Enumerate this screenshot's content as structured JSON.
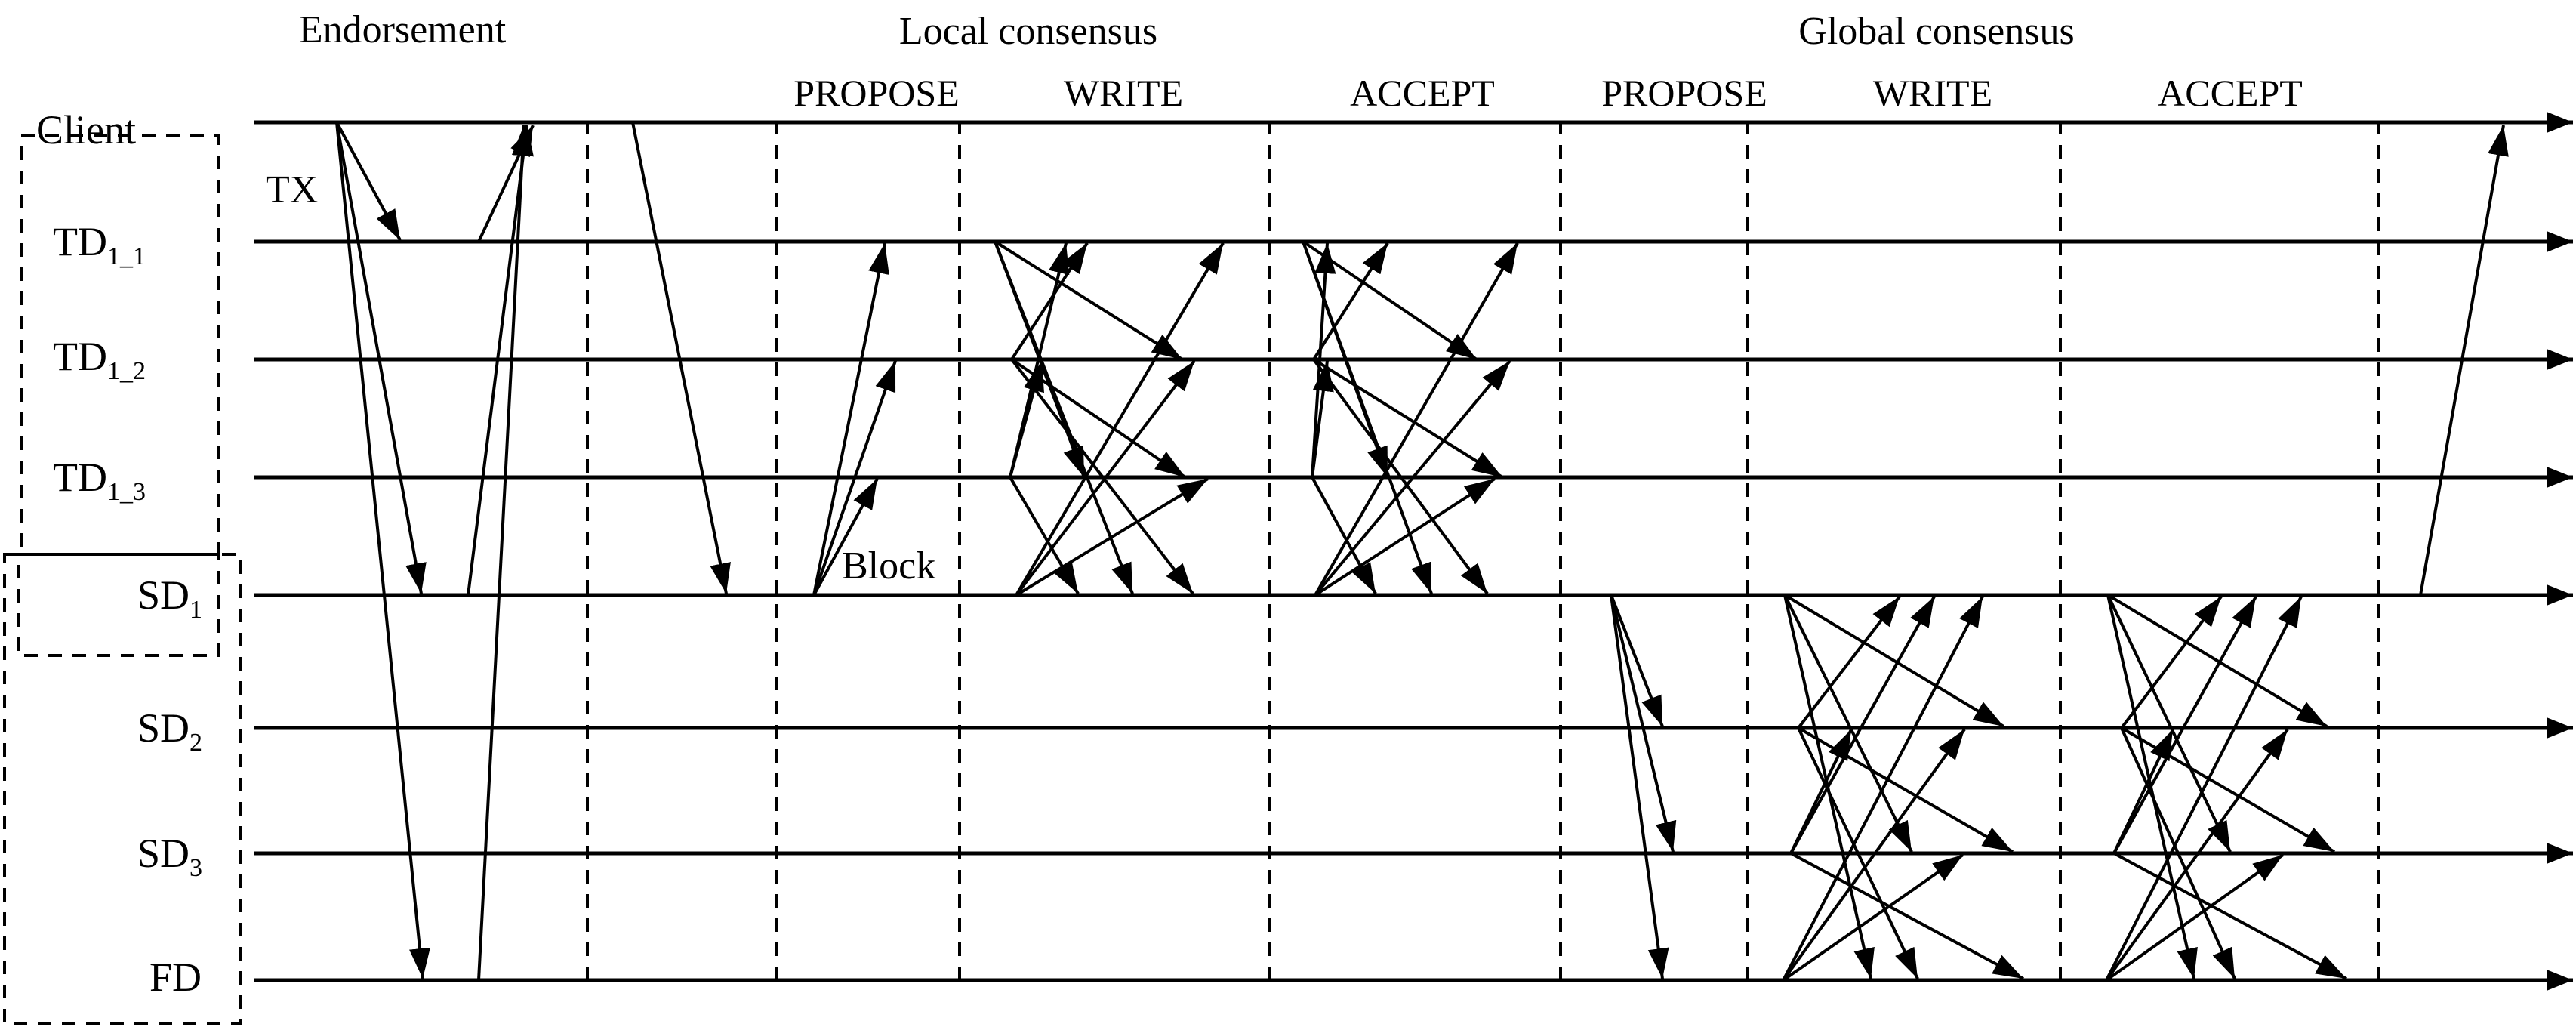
{
  "headers": {
    "endorsement": "Endorsement",
    "local_consensus": "Local consensus",
    "global_consensus": "Global consensus"
  },
  "phases": {
    "local_propose": "PROPOSE",
    "local_write": "WRITE",
    "local_accept": "ACCEPT",
    "global_propose": "PROPOSE",
    "global_write": "WRITE",
    "global_accept": "ACCEPT"
  },
  "nodes": {
    "client": "Client",
    "td11_base": "TD",
    "td11_sub": "1_1",
    "td12_base": "TD",
    "td12_sub": "1_2",
    "td13_base": "TD",
    "td13_sub": "1_3",
    "sd1_base": "SD",
    "sd1_sub": "1",
    "sd2_base": "SD",
    "sd2_sub": "2",
    "sd3_base": "SD",
    "sd3_sub": "3",
    "fd": "FD"
  },
  "annotations": {
    "tx": "TX",
    "block": "Block"
  }
}
